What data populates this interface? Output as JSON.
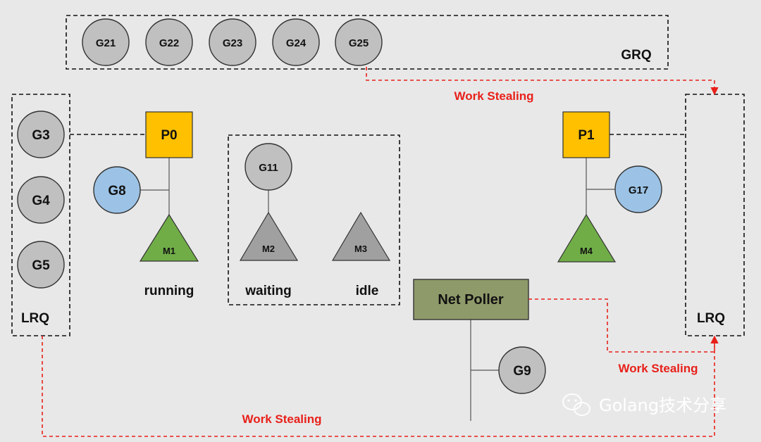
{
  "grq": {
    "label": "GRQ",
    "goroutines": [
      "G21",
      "G22",
      "G23",
      "G24",
      "G25"
    ]
  },
  "lrq_left": {
    "label": "LRQ",
    "goroutines": [
      "G3",
      "G4",
      "G5"
    ]
  },
  "lrq_right": {
    "label": "LRQ"
  },
  "p0": {
    "label": "P0",
    "running_g": "G8",
    "machine": "M1",
    "state": "running"
  },
  "p1": {
    "label": "P1",
    "running_g": "G17",
    "machine": "M4"
  },
  "waiting_group": {
    "blocked_g": "G11",
    "waiting_machine": "M2",
    "waiting_label": "waiting",
    "idle_machine": "M3",
    "idle_label": "idle"
  },
  "net_poller": {
    "label": "Net Poller",
    "goroutine": "G9"
  },
  "work_stealing": {
    "top": "Work Stealing",
    "right": "Work Stealing",
    "bottom": "Work Stealing"
  },
  "watermark": {
    "text": "Golang技术分享"
  },
  "colors": {
    "background": "#e8e8e8",
    "goroutine": "#c0c0c0",
    "running_goroutine": "#9cc3e6",
    "processor": "#ffc000",
    "machine_active": "#70ad47",
    "machine_inactive": "#a0a0a0",
    "net_poller": "#8f9a6a",
    "work_stealing": "#e8201a"
  }
}
